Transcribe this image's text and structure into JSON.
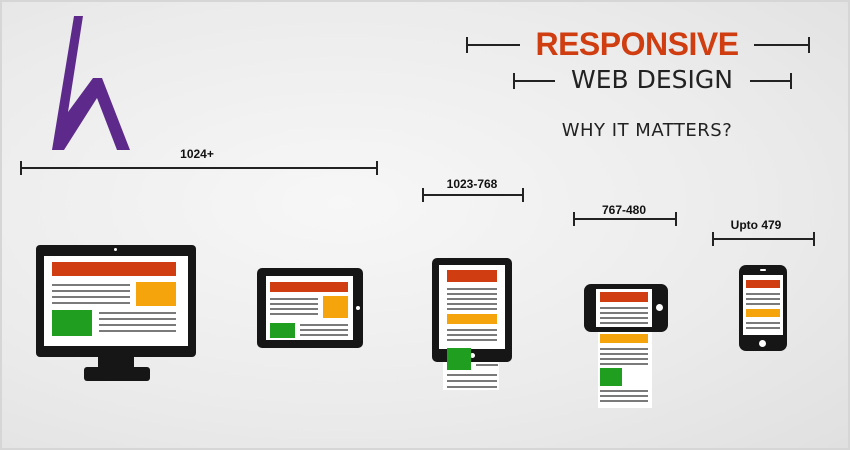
{
  "colors": {
    "accent_red": "#cf3d10",
    "accent_orange": "#f5a40c",
    "accent_green": "#1f9e1f",
    "logo_purple": "#5d2a8c",
    "device_black": "#161616",
    "text_lines": "#7a7a7a"
  },
  "header": {
    "title": "RESPONSIVE",
    "subtitle": "WEB DESIGN",
    "question": "WHY IT MATTERS?"
  },
  "ranges": [
    {
      "label": "1024+",
      "device": "desktop-and-tablet-landscape"
    },
    {
      "label": "1023-768",
      "device": "tablet-portrait"
    },
    {
      "label": "767-480",
      "device": "phone-landscape"
    },
    {
      "label": "Upto 479",
      "device": "phone-portrait"
    }
  ],
  "logo": {
    "icon": "k-logo-icon"
  }
}
